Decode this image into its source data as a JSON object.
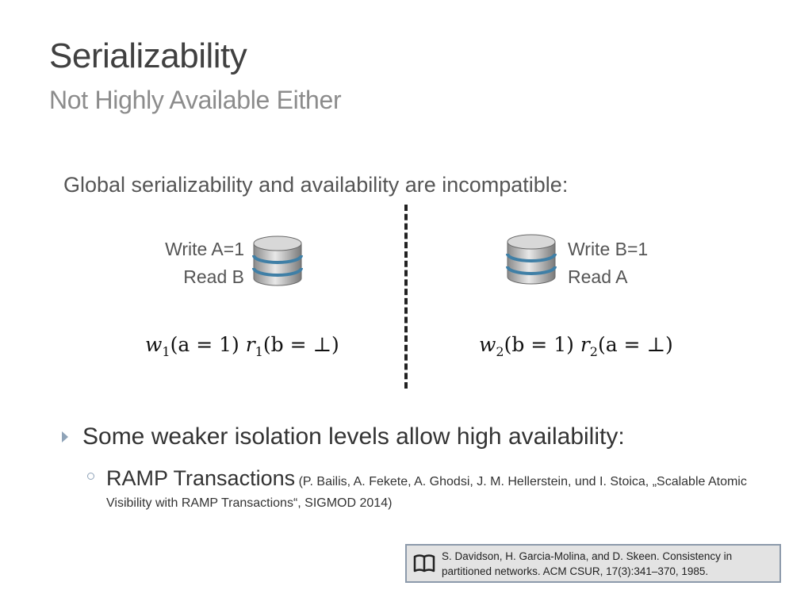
{
  "slide": {
    "title": "Serializability",
    "subtitle": "Not Highly Available Either",
    "intro": "Global serializability and availability are incompatible:"
  },
  "left_node": {
    "line1": "Write A=1",
    "line2": "Read B",
    "icon": "database-icon",
    "formula": {
      "w": "w",
      "w_sub": "1",
      "w_arg": "(a = 1)",
      "r": "r",
      "r_sub": "1",
      "r_arg": "(b = ⊥)"
    }
  },
  "right_node": {
    "line1": "Write B=1",
    "line2": "Read A",
    "icon": "database-icon",
    "formula": {
      "w": "w",
      "w_sub": "2",
      "w_arg": "(b = 1)",
      "r": "r",
      "r_sub": "2",
      "r_arg": "(a = ⊥)"
    }
  },
  "bullets": {
    "level1": "Some weaker isolation levels allow high availability:",
    "level2_main": "RAMP Transactions",
    "level2_ref": "(P. Bailis, A. Fekete, A. Ghodsi, J. M. Hellerstein, und I. Stoica, „Scalable Atomic Visibility with RAMP Transactions“, SIGMOD 2014)"
  },
  "reference": {
    "icon": "book-icon",
    "line1": "S. Davidson, H. Garcia-Molina, and D. Skeen. Consistency in",
    "line2": "partitioned networks. ACM CSUR, 17(3):341–370, 1985."
  },
  "colors": {
    "title": "#404040",
    "subtitle": "#8c8c8c",
    "bullet_marker": "#8fa3b8",
    "reference_bg": "#e3e3e3",
    "reference_border": "#8c9aab"
  }
}
